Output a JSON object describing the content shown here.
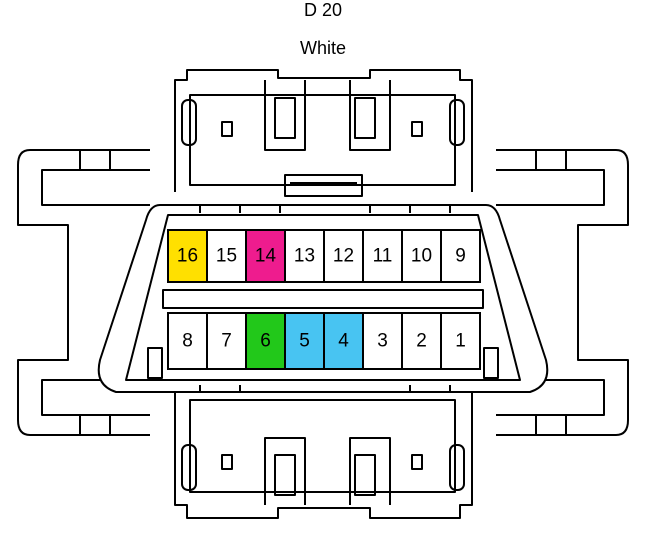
{
  "connector": {
    "id": "D 20",
    "color_name": "White"
  },
  "colors": {
    "stroke": "#000000",
    "background": "#ffffff",
    "yellow": "#ffe000",
    "magenta": "#ee1c8e",
    "green": "#22c81a",
    "blue": "#48c4f2"
  },
  "top_row": [
    {
      "label": "16",
      "highlight": "yellow"
    },
    {
      "label": "15",
      "highlight": null
    },
    {
      "label": "14",
      "highlight": "magenta"
    },
    {
      "label": "13",
      "highlight": null
    },
    {
      "label": "12",
      "highlight": null
    },
    {
      "label": "11",
      "highlight": null
    },
    {
      "label": "10",
      "highlight": null
    },
    {
      "label": "9",
      "highlight": null
    }
  ],
  "bottom_row": [
    {
      "label": "8",
      "highlight": null
    },
    {
      "label": "7",
      "highlight": null
    },
    {
      "label": "6",
      "highlight": "green"
    },
    {
      "label": "5",
      "highlight": "blue"
    },
    {
      "label": "4",
      "highlight": "blue"
    },
    {
      "label": "3",
      "highlight": null
    },
    {
      "label": "2",
      "highlight": null
    },
    {
      "label": "1",
      "highlight": null
    }
  ]
}
